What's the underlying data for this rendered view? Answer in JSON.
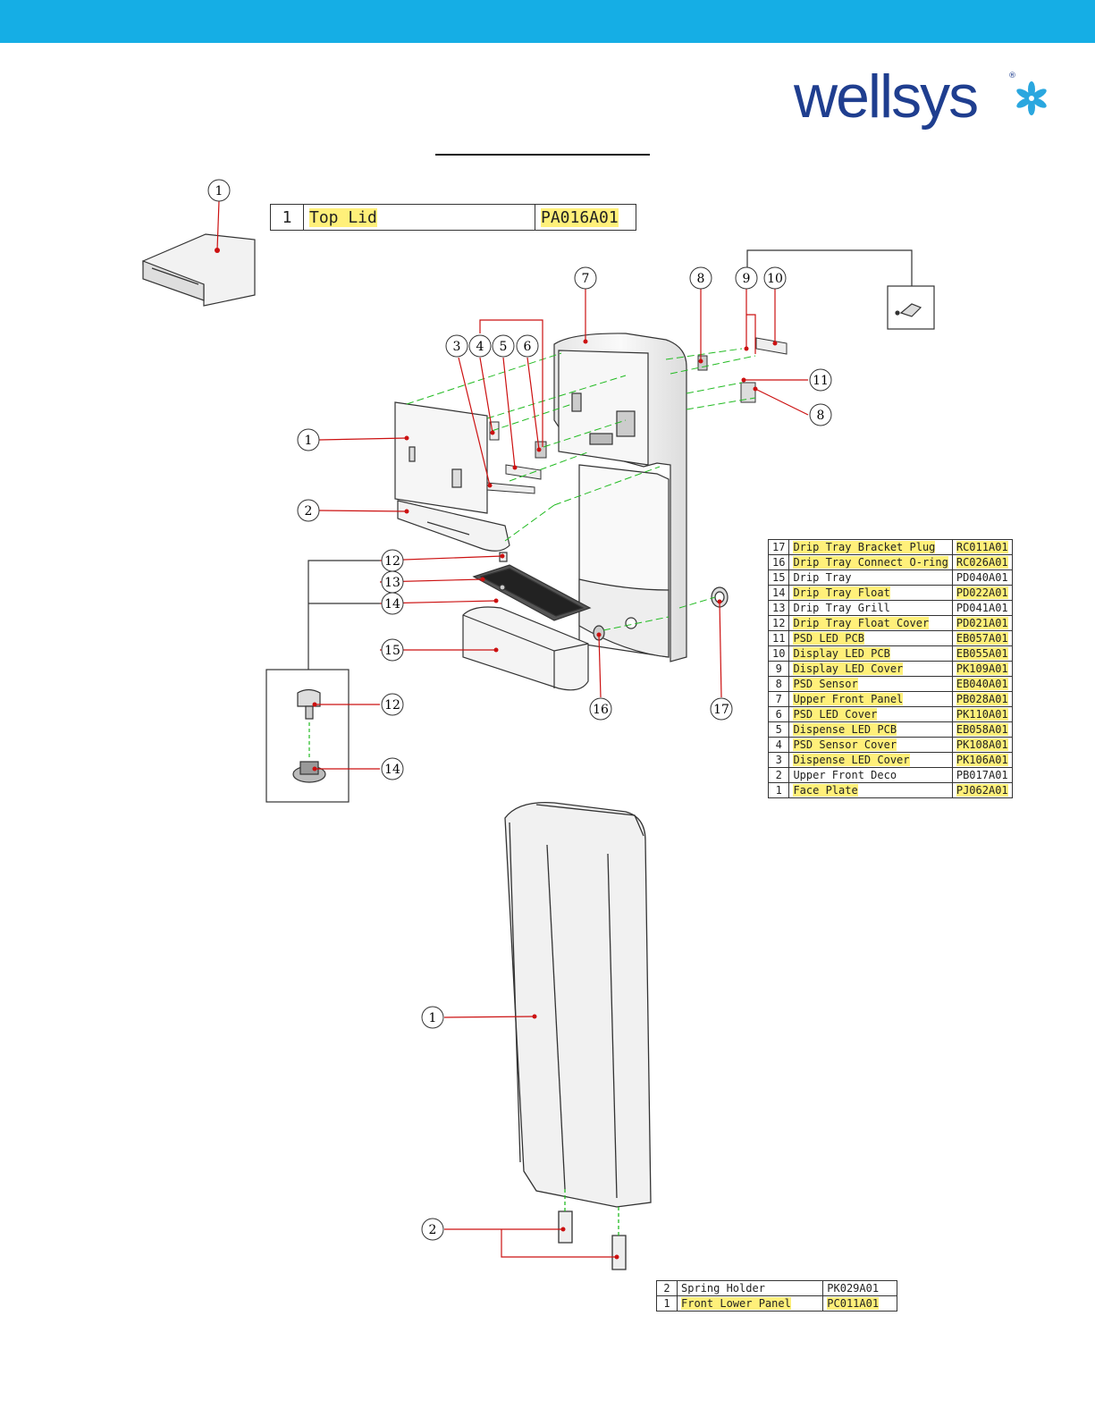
{
  "colors": {
    "top_bar": "#15aee5",
    "logo_text": "#1f3e8f",
    "logo_flower": "#2aa7df",
    "highlight": "#fff07a",
    "callout_line": "#cc1111",
    "assembly_line": "#22bb22"
  },
  "brand": {
    "name": "wellsys",
    "registered_mark": "®"
  },
  "top_lid": {
    "num": "1",
    "name": "Top Lid",
    "code": "PA016A01"
  },
  "callouts": {
    "one": "1",
    "two": "2",
    "three": "3",
    "four": "4",
    "five": "5",
    "six": "6",
    "seven": "7",
    "eight": "8",
    "nine": "9",
    "ten": "10",
    "eleven": "11",
    "twelve": "12",
    "thirteen": "13",
    "fourteen": "14",
    "fifteen": "15",
    "sixteen": "16",
    "seventeen": "17"
  },
  "upper_parts": [
    {
      "num": "17",
      "name": "Drip Tray Bracket Plug",
      "code": "RC011A01",
      "highlight": true
    },
    {
      "num": "16",
      "name": "Drip Tray Connect O-ring",
      "code": "RC026A01",
      "highlight": true
    },
    {
      "num": "15",
      "name": "Drip Tray",
      "code": "PD040A01",
      "highlight": false
    },
    {
      "num": "14",
      "name": "Drip Tray Float",
      "code": "PD022A01",
      "highlight": true
    },
    {
      "num": "13",
      "name": "Drip Tray Grill",
      "code": "PD041A01",
      "highlight": false
    },
    {
      "num": "12",
      "name": "Drip Tray Float Cover",
      "code": "PD021A01",
      "highlight": true
    },
    {
      "num": "11",
      "name": "PSD LED PCB",
      "code": "EB057A01",
      "highlight": true
    },
    {
      "num": "10",
      "name": "Display LED PCB",
      "code": "EB055A01",
      "highlight": true
    },
    {
      "num": "9",
      "name": "Display LED Cover",
      "code": "PK109A01",
      "highlight": true
    },
    {
      "num": "8",
      "name": "PSD Sensor",
      "code": "EB040A01",
      "highlight": true
    },
    {
      "num": "7",
      "name": "Upper Front Panel",
      "code": "PB028A01",
      "highlight": true
    },
    {
      "num": "6",
      "name": "PSD LED Cover",
      "code": "PK110A01",
      "highlight": true
    },
    {
      "num": "5",
      "name": "Dispense LED PCB",
      "code": "EB058A01",
      "highlight": true
    },
    {
      "num": "4",
      "name": "PSD Sensor Cover",
      "code": "PK108A01",
      "highlight": true
    },
    {
      "num": "3",
      "name": "Dispense LED Cover",
      "code": "PK106A01",
      "highlight": true
    },
    {
      "num": "2",
      "name": "Upper Front Deco",
      "code": "PB017A01",
      "highlight": false
    },
    {
      "num": "1",
      "name": "Face Plate",
      "code": "PJ062A01",
      "highlight": true
    }
  ],
  "lower_parts": [
    {
      "num": "2",
      "name": "Spring Holder",
      "code": "PK029A01",
      "highlight": false
    },
    {
      "num": "1",
      "name": "Front Lower Panel",
      "code": "PC011A01",
      "highlight": true
    }
  ]
}
